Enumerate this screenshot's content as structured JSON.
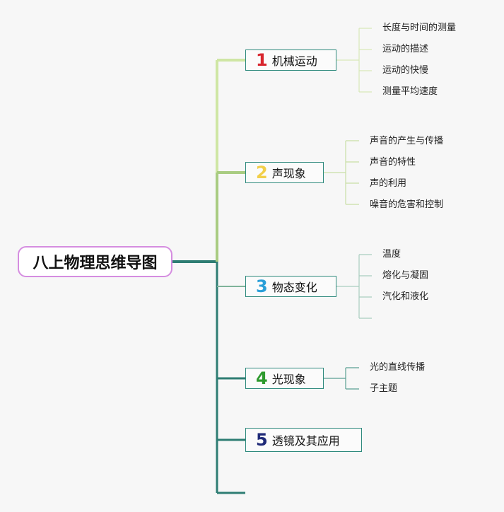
{
  "root": {
    "label": "八上物理思维导图"
  },
  "topics": [
    {
      "num": "1",
      "label": "机械运动",
      "num_color": "#d8262e",
      "subtopics": [
        "长度与时间的测量",
        "运动的描述",
        "运动的快慢",
        "测量平均速度"
      ]
    },
    {
      "num": "2",
      "label": "声现象",
      "num_color": "#f2cf4a",
      "subtopics": [
        "声音的产生与传播",
        "声音的特性",
        "声的利用",
        "噪音的危害和控制"
      ]
    },
    {
      "num": "3",
      "label": "物态变化",
      "num_color": "#2a9fd8",
      "subtopics": [
        "温度",
        "熔化与凝固",
        "汽化和液化",
        ""
      ]
    },
    {
      "num": "4",
      "label": "光现象",
      "num_color": "#2e9a2e",
      "subtopics": [
        "光的直线传播",
        "子主题"
      ]
    },
    {
      "num": "5",
      "label": "透镜及其应用",
      "num_color": "#1f2a78",
      "subtopics": []
    }
  ],
  "colors": {
    "branch_light_green": "#cfe6a4",
    "branch_mid_green": "#a9cc82",
    "branch_teal": "#2e7d73",
    "topic_border": "#2f8a7d",
    "root_border": "#d58de0"
  }
}
